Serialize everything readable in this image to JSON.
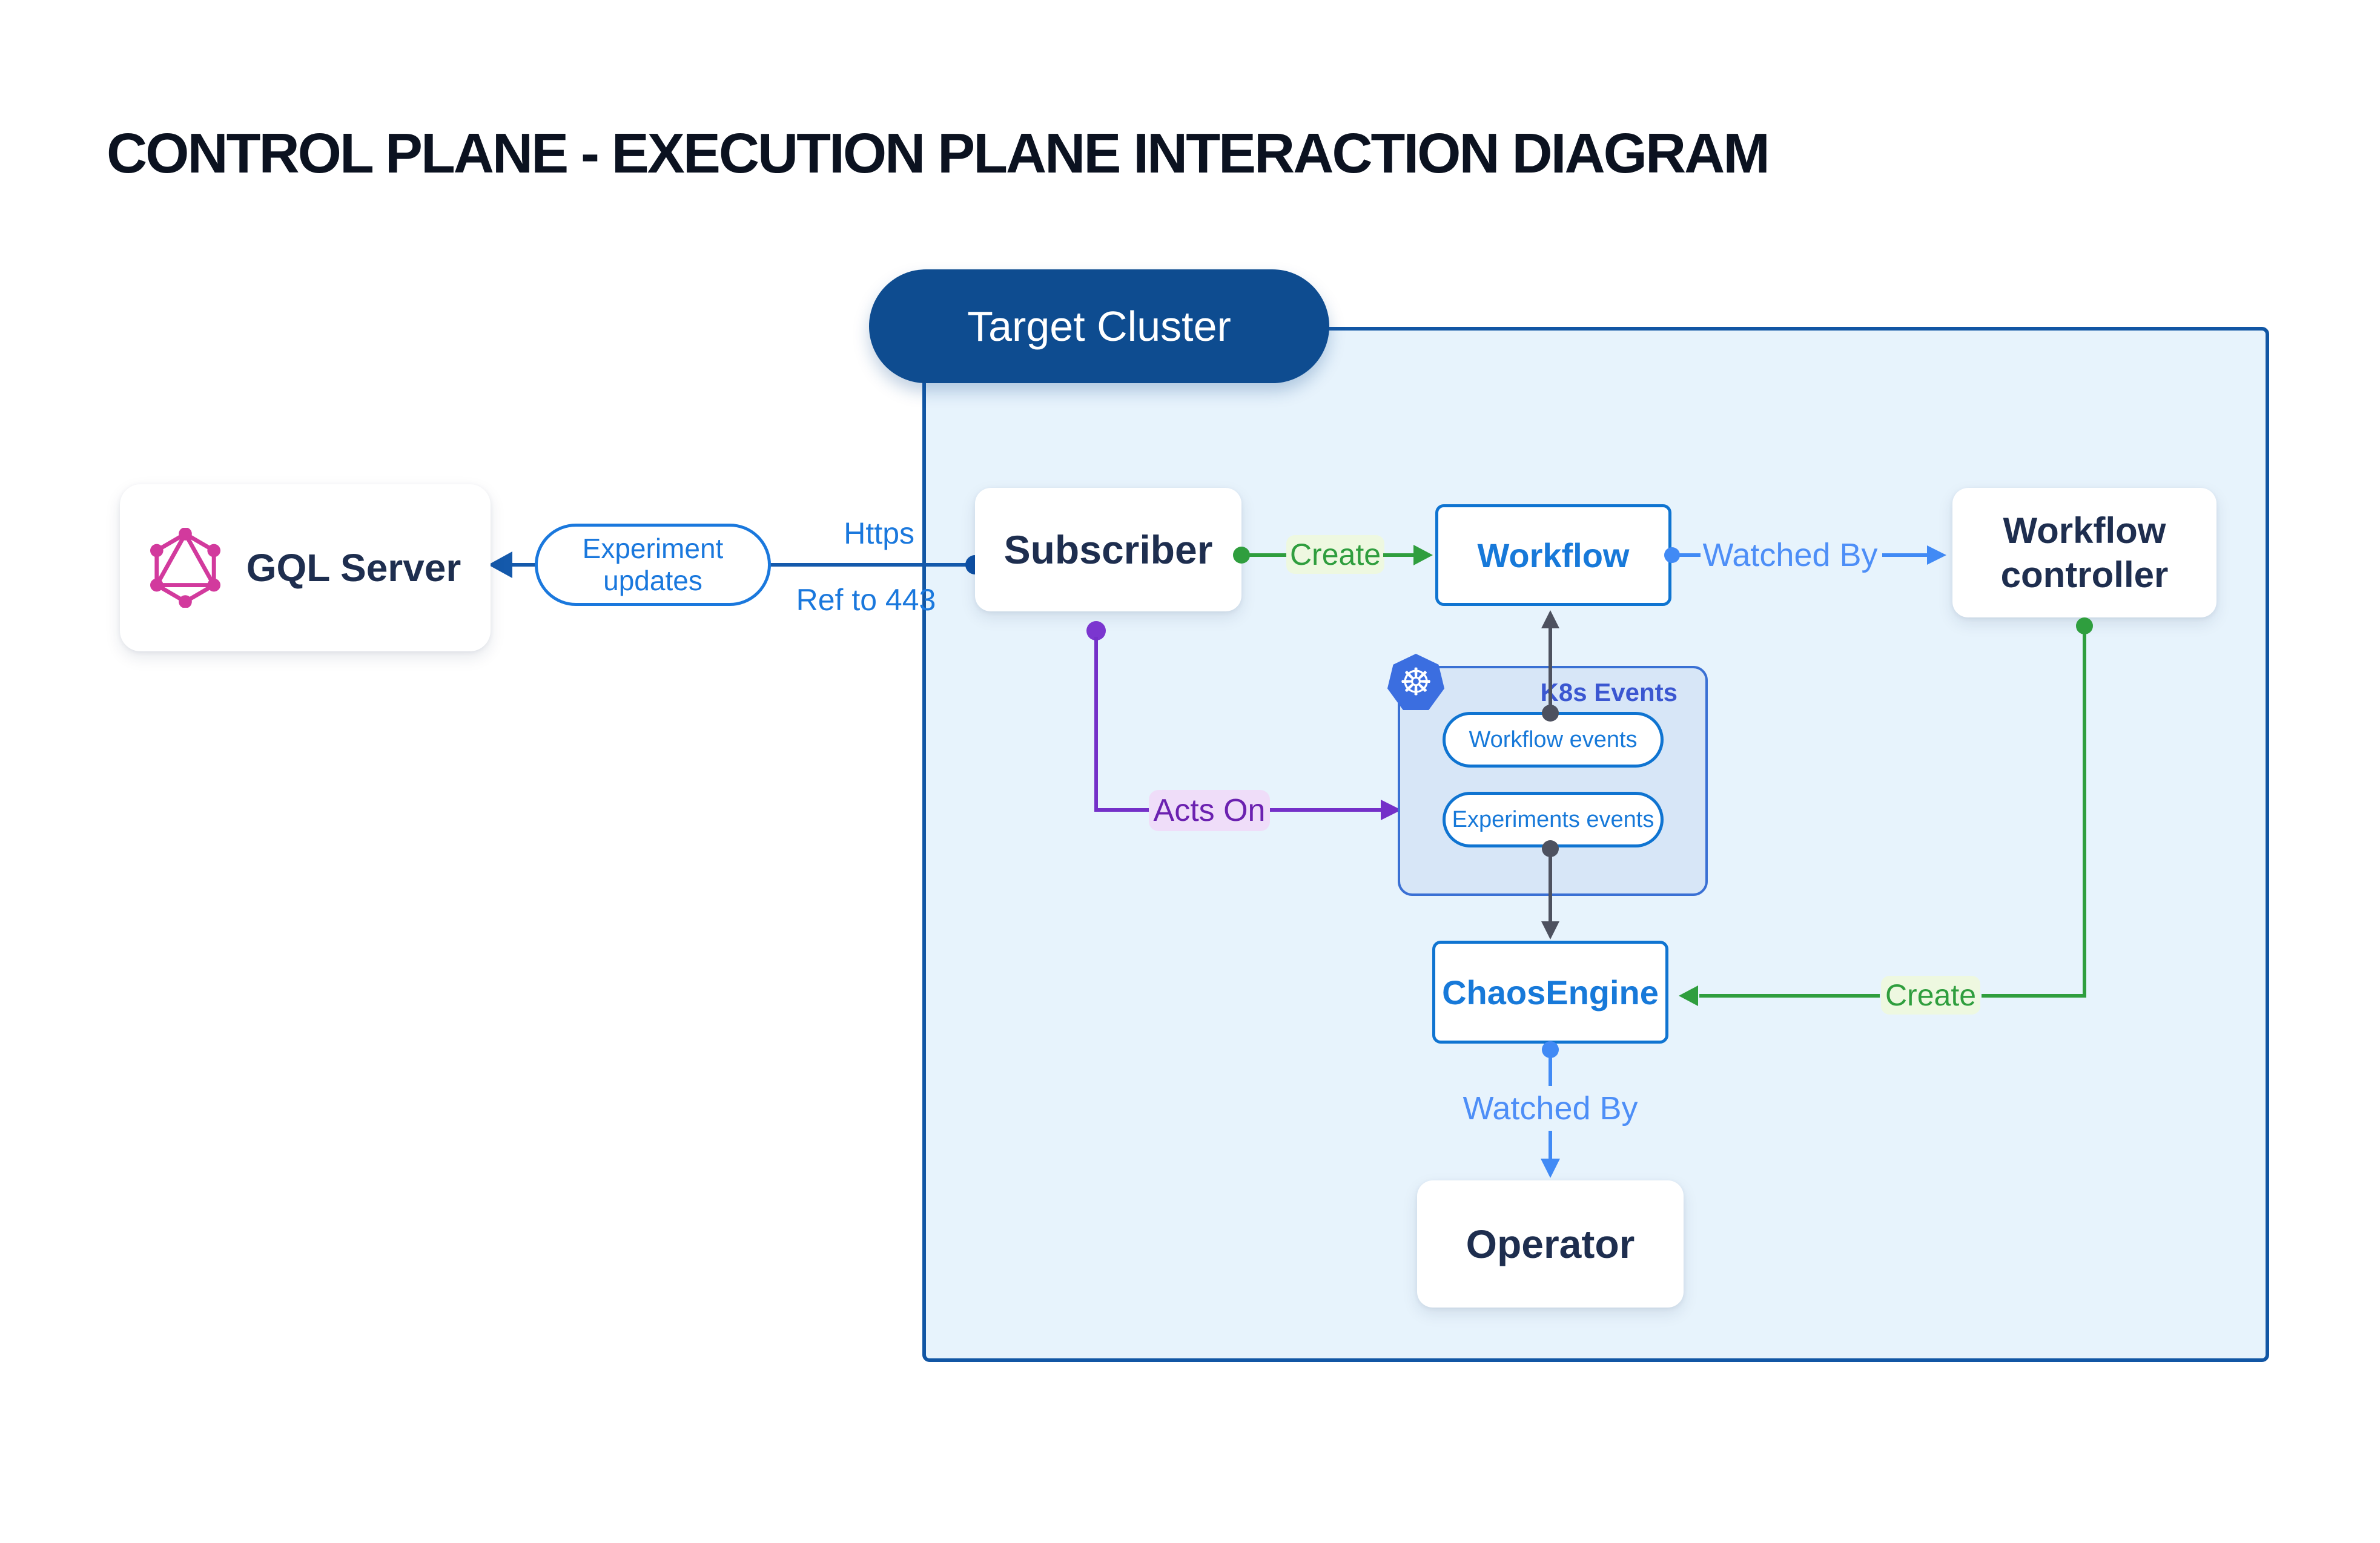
{
  "title": "CONTROL PLANE - EXECUTION PLANE INTERACTION DIAGRAM",
  "cluster": {
    "label": "Target Cluster"
  },
  "nodes": {
    "gql_server": "GQL Server",
    "subscriber": "Subscriber",
    "workflow": "Workflow",
    "workflow_controller": "Workflow controller",
    "chaos_engine": "ChaosEngine",
    "operator": "Operator"
  },
  "k8s": {
    "label": "K8s Events",
    "pills": [
      "Workflow events",
      "Experiments events"
    ]
  },
  "edges": {
    "experiment_updates": "Experiment updates",
    "https": "Https",
    "ref_to_443": "Ref to 443",
    "create_top": "Create",
    "create_right": "Create",
    "watched_by_top": "Watched By",
    "watched_by_bottom": "Watched By",
    "acts_on": "Acts On"
  },
  "icons": {
    "graphql": "graphql-logo",
    "kubernetes": "kubernetes-logo"
  },
  "colors": {
    "cluster_border": "#1156a4",
    "cluster_fill": "#e7f3fc",
    "pill_fill": "#0e4c90",
    "node_blue": "#1779d9",
    "navy_text": "#1e2e4f",
    "https_line": "#1459ab",
    "edge_blue": "#1a78dd",
    "watched_by": "#4d8ef7",
    "create_green": "#2f9e3e",
    "acts_on_purple": "#7430c8",
    "k8s_events_text": "#3b57d1",
    "k8s_logo_blue": "#3b6ee0",
    "graphql_pink": "#d23a9d",
    "dark_connector": "#4d515f"
  }
}
